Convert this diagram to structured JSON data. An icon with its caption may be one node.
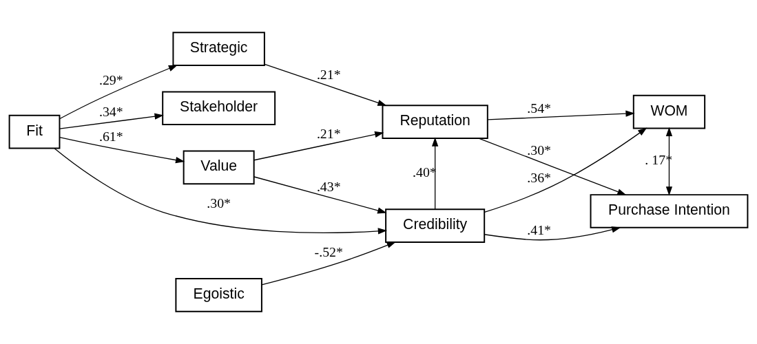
{
  "diagram": {
    "nodes": [
      {
        "text": [
          "Fit"
        ]
      },
      {
        "text": [
          "Value"
        ]
      },
      {
        "text": [
          "Stakeholder"
        ]
      },
      {
        "text": [
          "Egoistic"
        ]
      },
      {
        "text": [
          "Strategic"
        ]
      },
      {
        "text": [
          "Credibility"
        ]
      },
      {
        "text": [
          "Reputation"
        ]
      },
      {
        "text": [
          "WOM"
        ]
      },
      {
        "text": [
          "Purchase Intention"
        ]
      }
    ],
    "edges": [
      {
        "from": 0,
        "to": 1,
        "arrow": "to",
        "label": ".61*"
      },
      {
        "from": 0,
        "to": 2,
        "arrow": "to",
        "label": ".34*"
      },
      {
        "from": 0,
        "to": 5,
        "arrow": "to",
        "label": ".30*"
      },
      {
        "from": 0,
        "to": 4,
        "arrow": "to",
        "label": ".29*"
      },
      {
        "from": 1,
        "to": 5,
        "arrow": "to",
        "label": ".43*"
      },
      {
        "from": 1,
        "to": 6,
        "arrow": "to",
        "label": ".21*"
      },
      {
        "from": 3,
        "to": 5,
        "arrow": "to",
        "label": "-.52*"
      },
      {
        "from": 4,
        "to": 6,
        "arrow": "to",
        "label": ".21*"
      },
      {
        "from": 5,
        "to": 6,
        "arrow": "to",
        "label": ".40*"
      },
      {
        "from": 5,
        "to": 7,
        "arrow": "to",
        "label": ".36*"
      },
      {
        "from": 5,
        "to": 8,
        "arrow": "to",
        "label": ".41*"
      },
      {
        "from": 6,
        "to": 7,
        "arrow": "to",
        "label": ".54*"
      },
      {
        "from": 6,
        "to": 8,
        "arrow": "to",
        "label": ".30*"
      },
      {
        "from": 8,
        "to": 7,
        "arrow": "both",
        "label": ". 17*"
      }
    ]
  }
}
